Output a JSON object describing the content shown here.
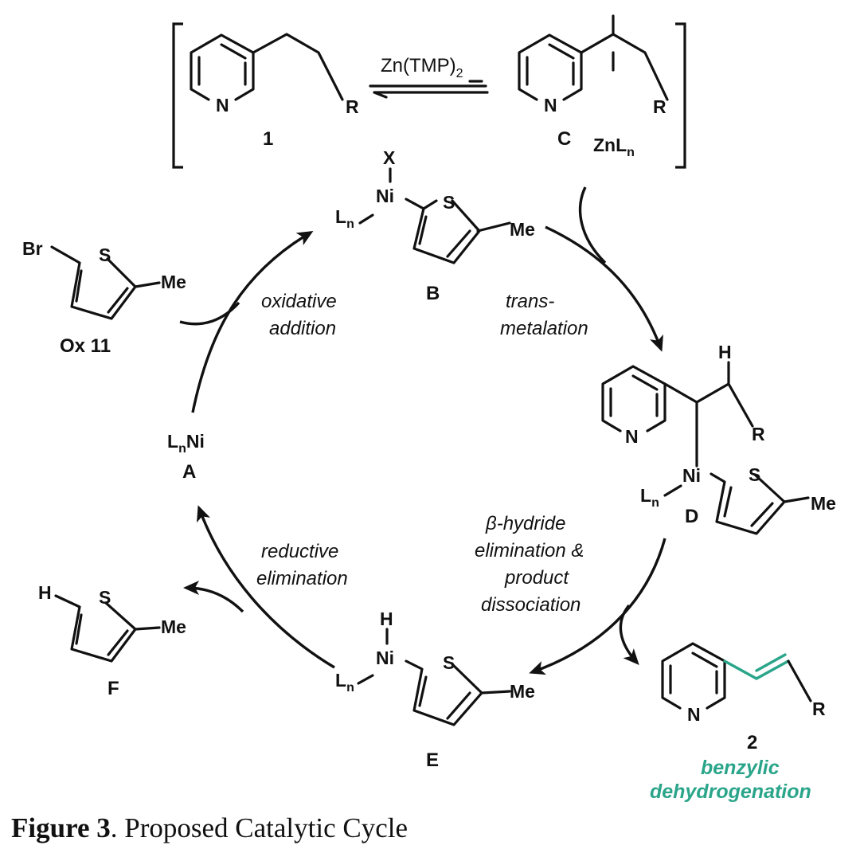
{
  "reagent": {
    "base": "Zn(TMP)",
    "sub": "2"
  },
  "compounds": {
    "c1": "1",
    "cC": "C",
    "cB": "B",
    "cD": "D",
    "cE": "E",
    "cF": "F",
    "cA": "A",
    "c2": "2",
    "cOx": "Ox 11"
  },
  "atoms": {
    "N": "N",
    "R": "R",
    "X": "X",
    "H": "H",
    "Ni": "Ni",
    "S": "S",
    "Me": "Me",
    "Br": "Br",
    "ZnL": "ZnL",
    "L": "L",
    "n": "n",
    "LnNi_Ni": "Ni"
  },
  "steps": {
    "ox1": "oxidative",
    "ox2": "addition",
    "tr1": "trans-",
    "tr2": "metalation",
    "bh1": "β-hydride",
    "bh2": "elimination &",
    "bh3": "product",
    "bh4": "dissociation",
    "re1": "reductive",
    "re2": "elimination"
  },
  "product_note": {
    "line1": "benzylic",
    "line2": "dehydrogenation"
  },
  "caption": {
    "label": "Figure 3",
    "text": ". Proposed Catalytic Cycle"
  },
  "colors": {
    "accent": "#2aa58a",
    "ink": "#111111"
  }
}
